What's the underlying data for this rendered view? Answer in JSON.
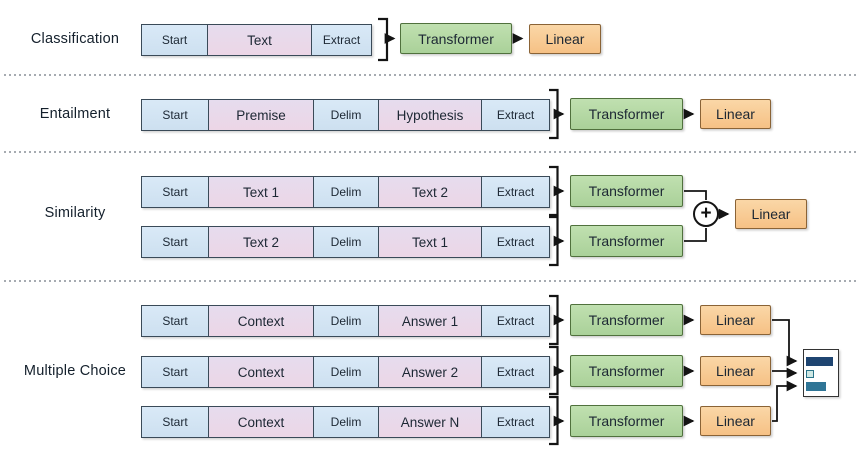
{
  "labels": {
    "classification": "Classification",
    "entailment": "Entailment",
    "similarity": "Similarity",
    "multiple_choice": "Multiple Choice"
  },
  "blocks": {
    "transformer": "Transformer",
    "linear": "Linear",
    "sum_symbol": "+"
  },
  "sequences": {
    "classification": [
      "Start",
      "Text",
      "Extract"
    ],
    "entailment": [
      "Start",
      "Premise",
      "Delim",
      "Hypothesis",
      "Extract"
    ],
    "similarity_1": [
      "Start",
      "Text 1",
      "Delim",
      "Text 2",
      "Extract"
    ],
    "similarity_2": [
      "Start",
      "Text 2",
      "Delim",
      "Text 1",
      "Extract"
    ],
    "multiple_choice_1": [
      "Start",
      "Context",
      "Delim",
      "Answer 1",
      "Extract"
    ],
    "multiple_choice_2": [
      "Start",
      "Context",
      "Delim",
      "Answer 2",
      "Extract"
    ],
    "multiple_choice_3": [
      "Start",
      "Context",
      "Delim",
      "Answer N",
      "Extract"
    ]
  },
  "colors": {
    "token_blue": "#cfe2f3",
    "token_purple": "#e8d8e8",
    "transformer_green": "#b5d6a7",
    "linear_orange": "#f8c68d",
    "prob_bar_dark": "#1f4571",
    "prob_bar_light": "#cfe8e4",
    "prob_bar_teal": "#2f7596"
  }
}
